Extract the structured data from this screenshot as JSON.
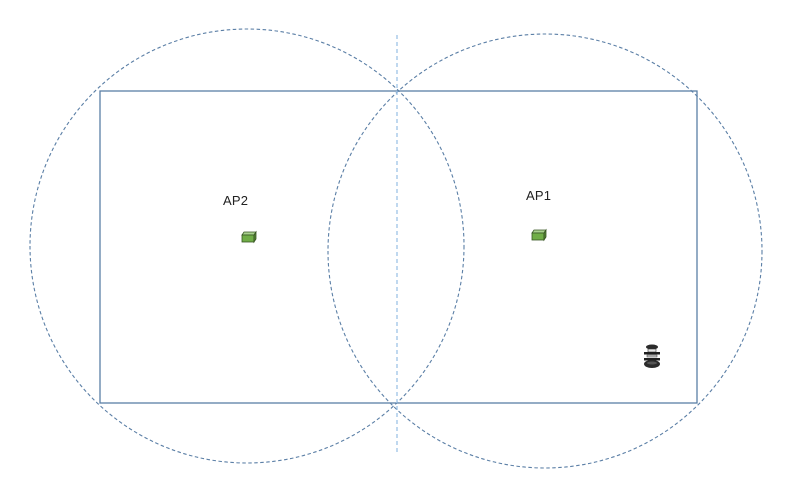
{
  "diagram": {
    "access_points": [
      {
        "id": "ap2",
        "label": "AP2",
        "icon": "access-point-icon"
      },
      {
        "id": "ap1",
        "label": "AP1",
        "icon": "access-point-icon"
      }
    ],
    "client_device_icon": "client-device-icon",
    "colors": {
      "floor_outline": "#5b7fa6",
      "coverage_circle": "#5b7fa6",
      "divider_line": "#9dc3e6",
      "ap_fill": "#70ad47",
      "ap_top": "#a9d18e",
      "ap_stroke": "#375623"
    }
  }
}
